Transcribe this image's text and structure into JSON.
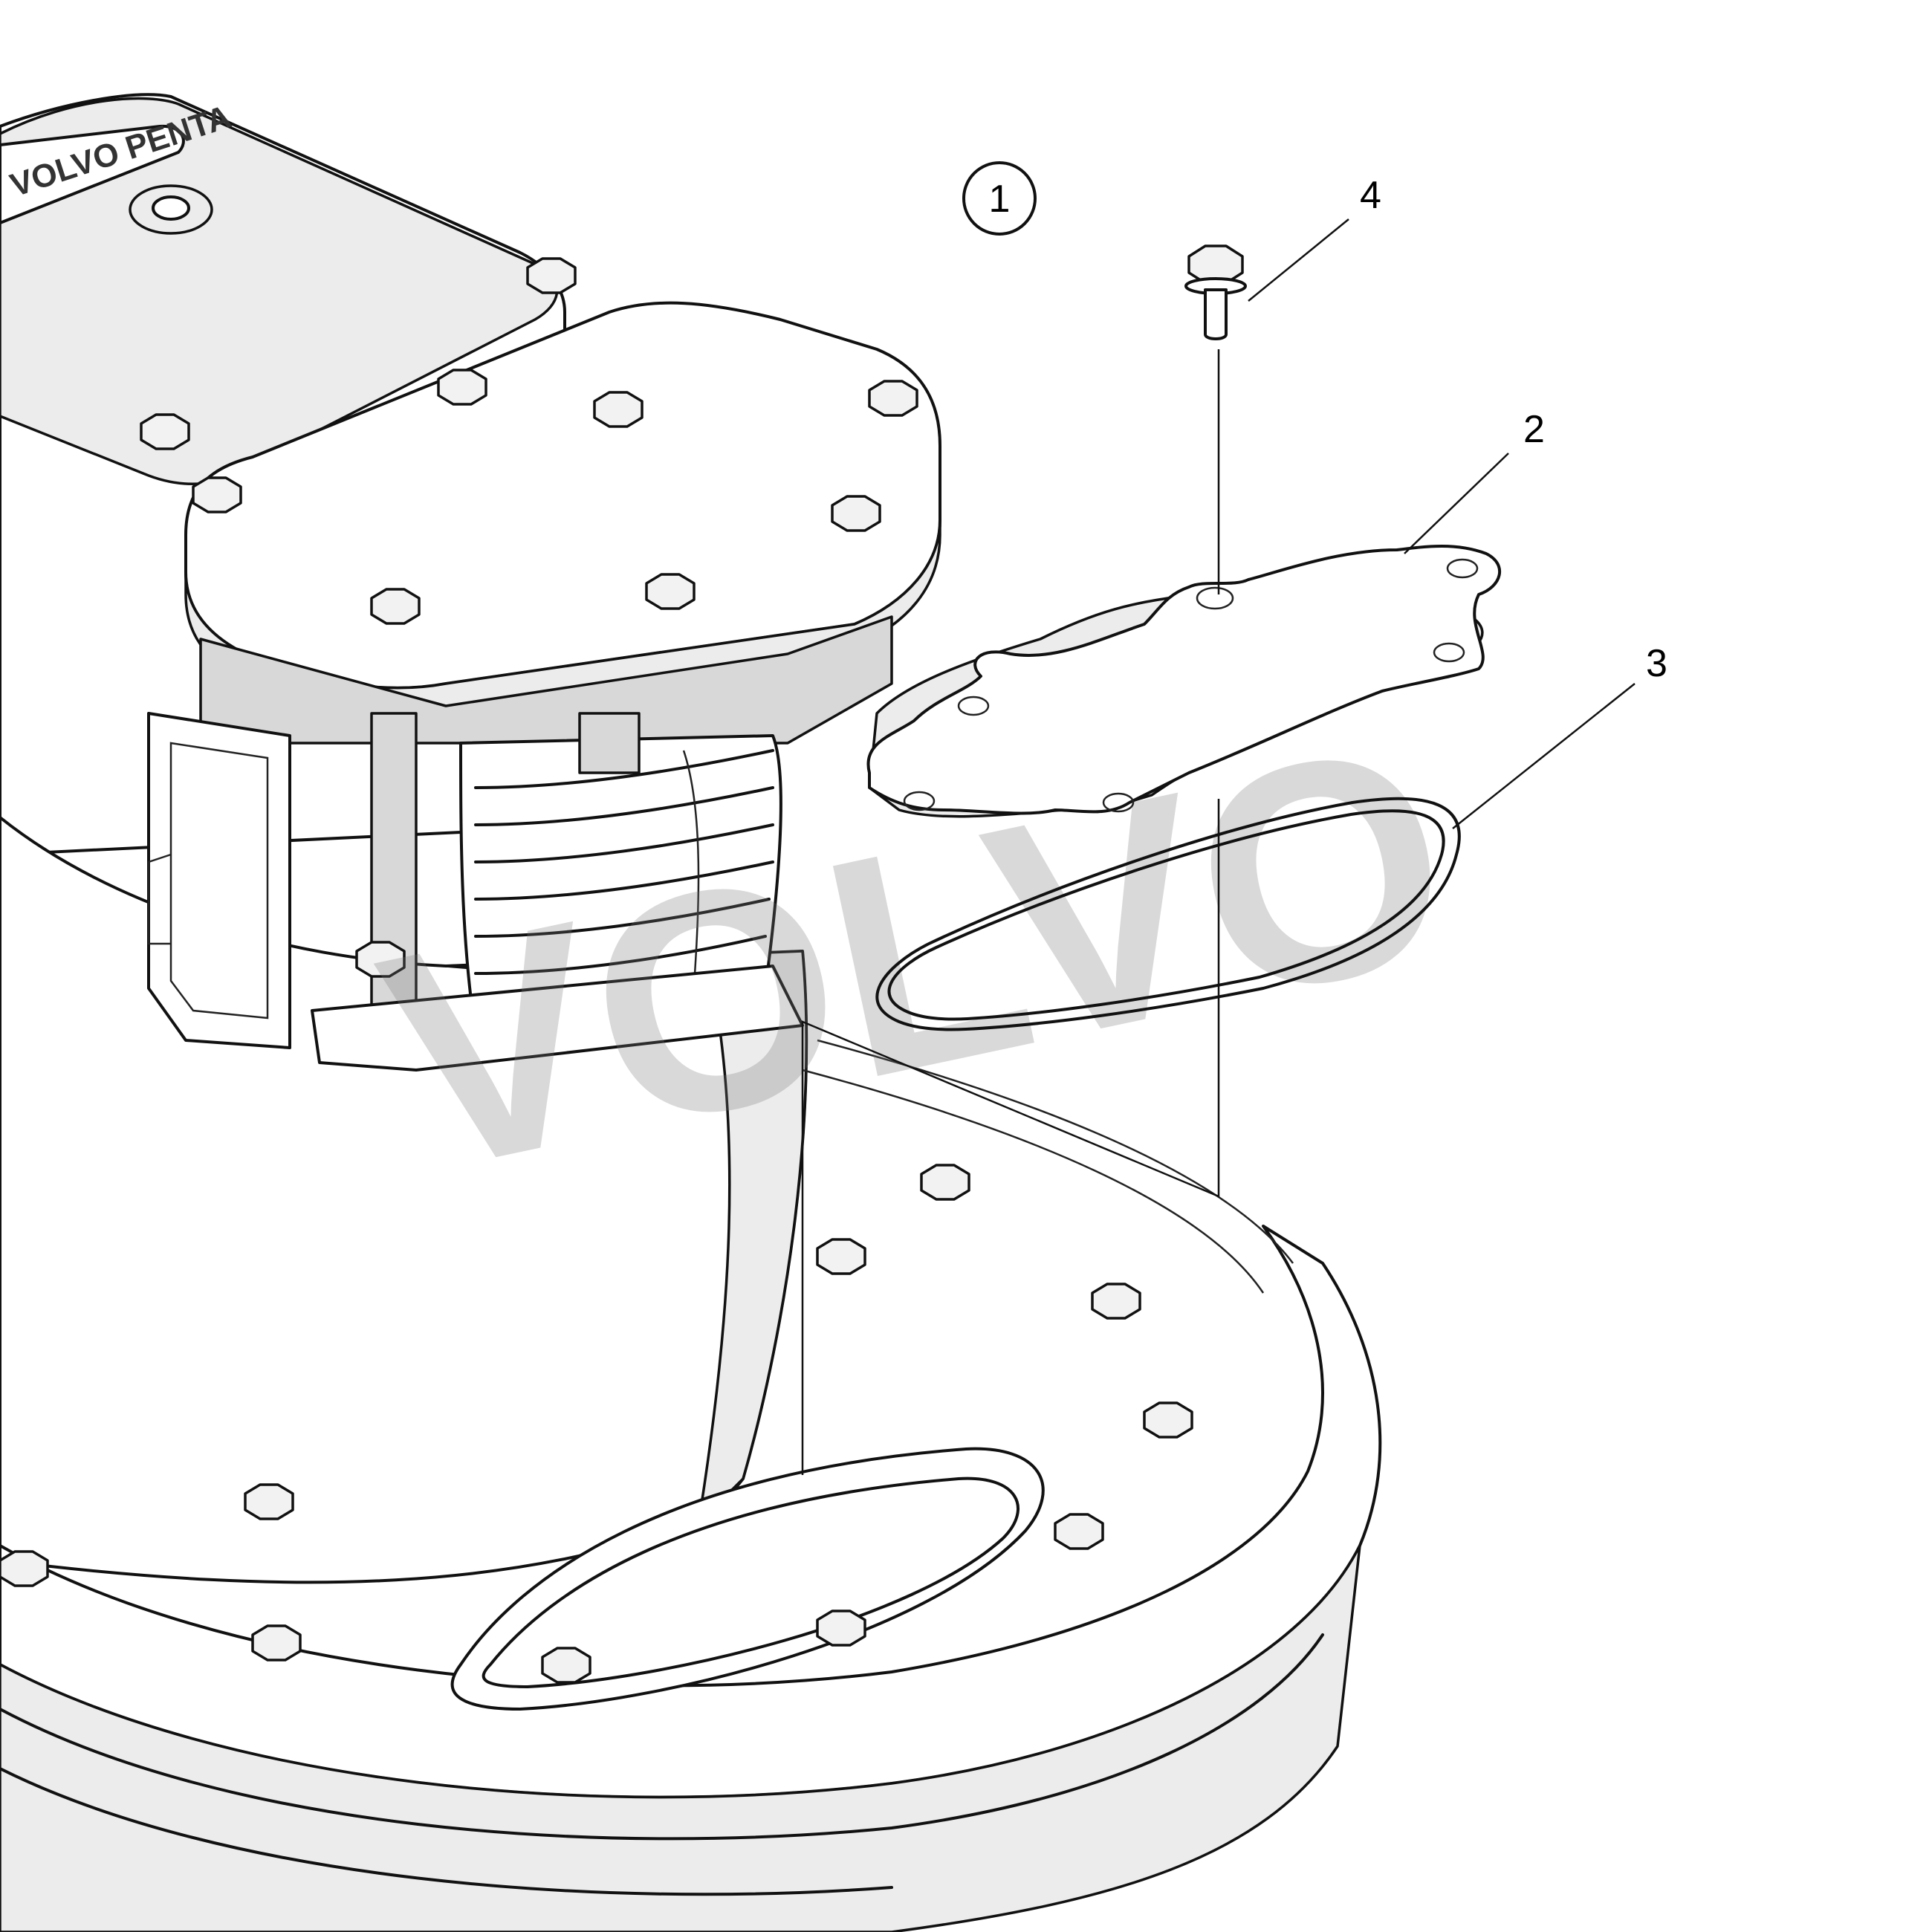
{
  "figure": {
    "view_marker": "1",
    "watermark": "VOLVO",
    "nameplate": "VOLVO PENTA"
  },
  "callouts": [
    {
      "id": "bolt",
      "label": "4"
    },
    {
      "id": "cover-plate",
      "label": "2"
    },
    {
      "id": "o-ring-seal",
      "label": "3"
    }
  ]
}
